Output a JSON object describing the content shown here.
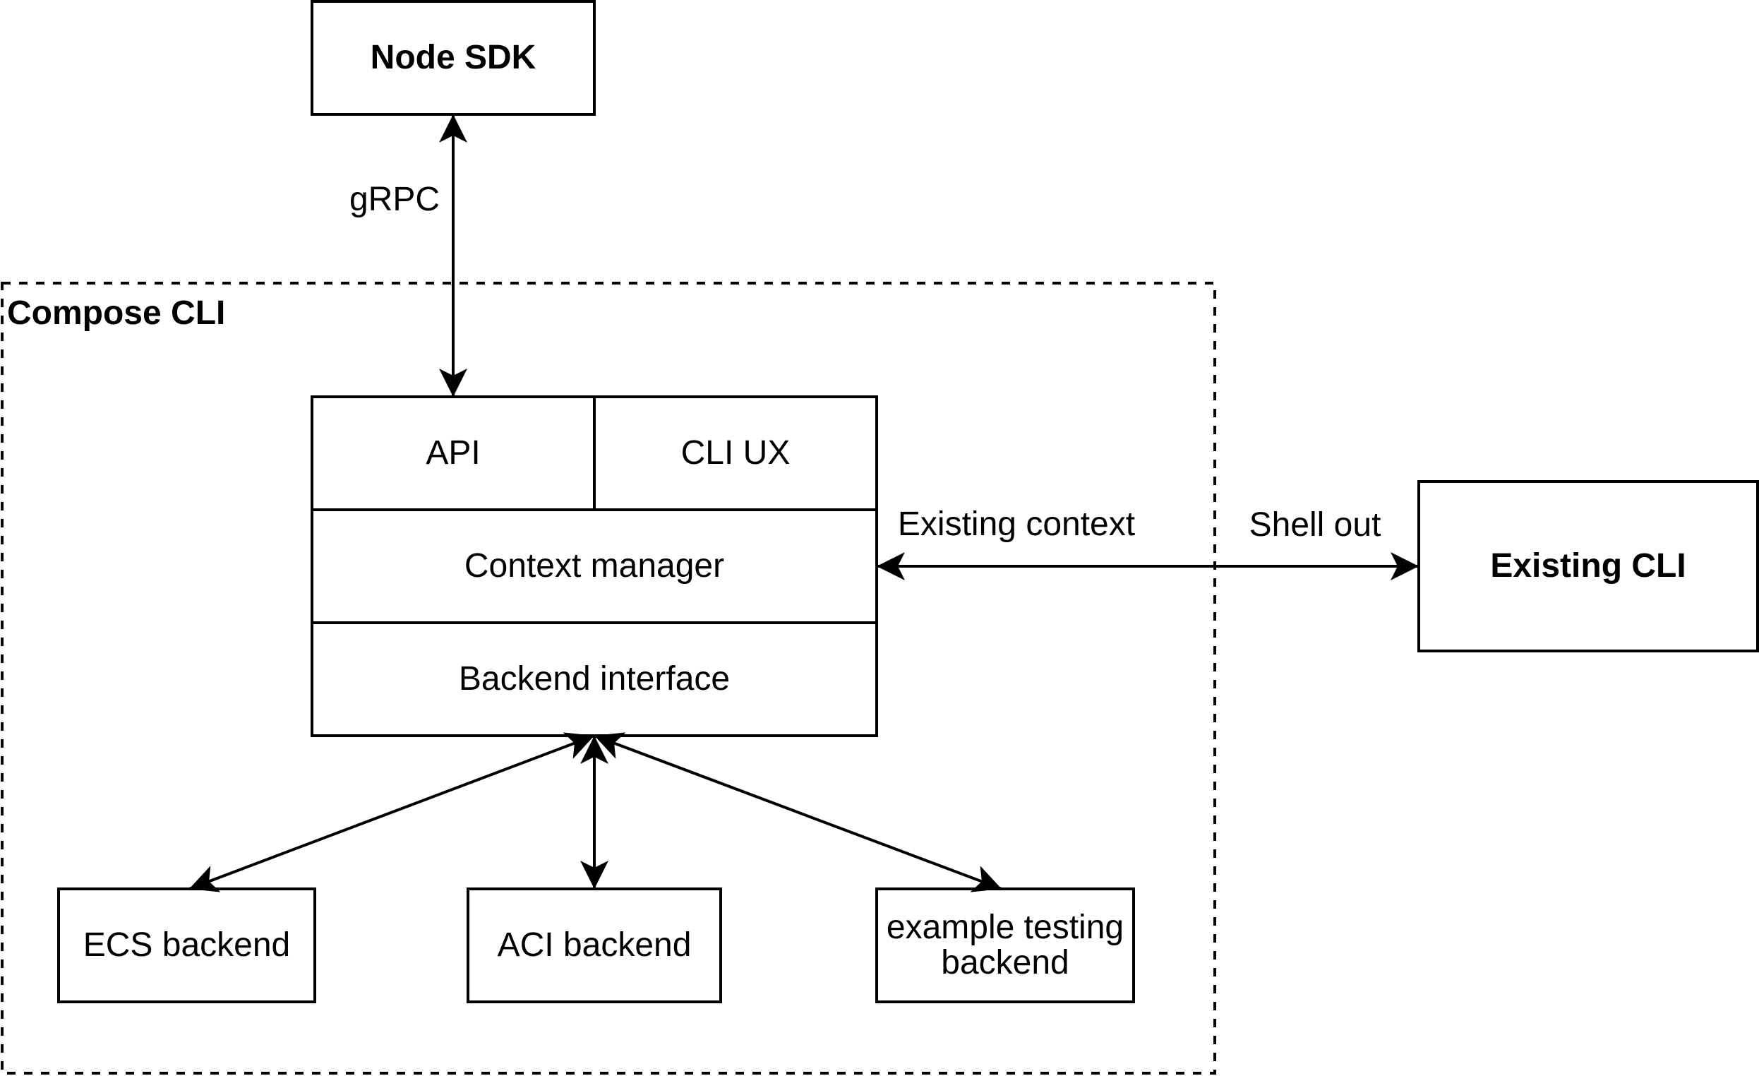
{
  "diagram": {
    "type": "architecture-diagram",
    "container": {
      "label": "Compose CLI"
    },
    "nodes": {
      "node_sdk": {
        "label": "Node SDK",
        "bold": true
      },
      "api": {
        "label": "API"
      },
      "cli_ux": {
        "label": "CLI UX"
      },
      "context_manager": {
        "label": "Context manager"
      },
      "backend_interface": {
        "label": "Backend interface"
      },
      "ecs_backend": {
        "label": "ECS backend"
      },
      "aci_backend": {
        "label": "ACI backend"
      },
      "example_testing_backend": {
        "label": "example testing backend"
      },
      "existing_cli": {
        "label": "Existing CLI",
        "bold": true
      }
    },
    "edges": [
      {
        "from": "node_sdk",
        "to": "api",
        "label": "gRPC",
        "bidirectional": true
      },
      {
        "from": "context_manager",
        "to": "existing_cli",
        "labels": [
          "Existing context",
          "Shell out"
        ],
        "bidirectional": true
      },
      {
        "from": "backend_interface",
        "to": "ecs_backend",
        "bidirectional": true
      },
      {
        "from": "backend_interface",
        "to": "aci_backend",
        "bidirectional": true
      },
      {
        "from": "backend_interface",
        "to": "example_testing_backend",
        "bidirectional": true
      }
    ],
    "edge_labels": {
      "grpc": "gRPC",
      "existing_context": "Existing context",
      "shell_out": "Shell out"
    },
    "colors": {
      "stroke": "#000000",
      "background": "#ffffff",
      "text": "#000000"
    }
  }
}
